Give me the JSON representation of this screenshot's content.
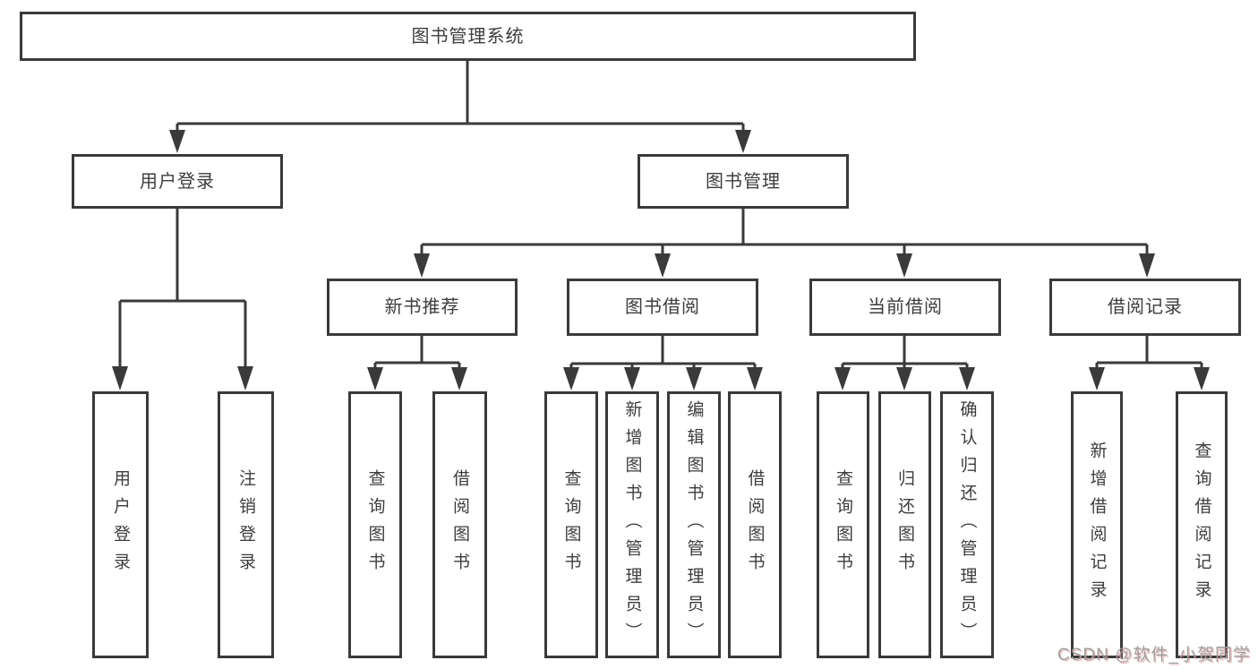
{
  "colors": {
    "line": "#3a3a3a",
    "text": "#3d3d3d",
    "watermark": "#9f9f9f"
  },
  "watermark": "CSDN @软件_小贺同学",
  "tree": {
    "label": "图书管理系统",
    "children": [
      {
        "label": "用户登录",
        "children": [
          {
            "label": "用户登录"
          },
          {
            "label": "注销登录"
          }
        ]
      },
      {
        "label": "图书管理",
        "children": [
          {
            "label": "新书推荐",
            "children": [
              {
                "label": "查询图书"
              },
              {
                "label": "借阅图书"
              }
            ]
          },
          {
            "label": "图书借阅",
            "children": [
              {
                "label": "查询图书"
              },
              {
                "label": "新增图书（管理员）"
              },
              {
                "label": "编辑图书（管理员）"
              },
              {
                "label": "借阅图书"
              }
            ]
          },
          {
            "label": "当前借阅",
            "children": [
              {
                "label": "查询图书"
              },
              {
                "label": "归还图书"
              },
              {
                "label": "确认归还（管理员）"
              }
            ]
          },
          {
            "label": "借阅记录",
            "children": [
              {
                "label": "新增借阅记录"
              },
              {
                "label": "查询借阅记录"
              }
            ]
          }
        ]
      }
    ]
  }
}
